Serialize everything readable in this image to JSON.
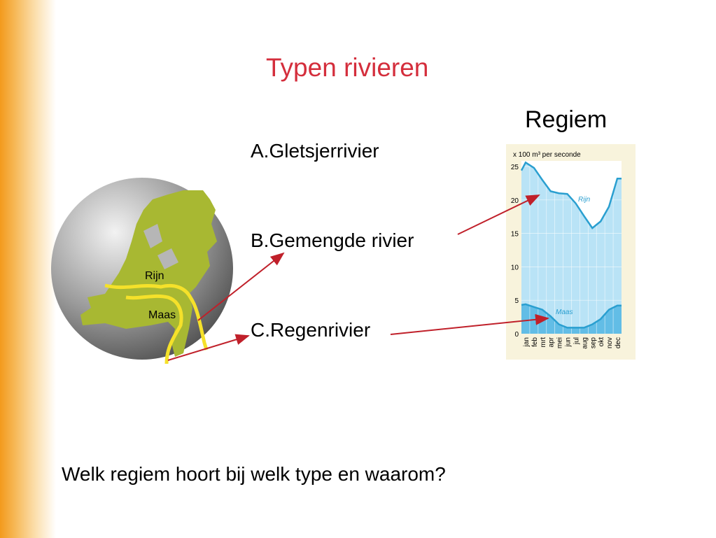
{
  "slide": {
    "title": "Typen rivieren",
    "regiem_heading": "Regiem",
    "types": [
      "A.Gletsjerrivier",
      "B.Gemengde rivier",
      "C.Regenrivier"
    ],
    "question": "Welk regiem hoort bij welk type en waarom?"
  },
  "map": {
    "labels": [
      "Rijn",
      "Maas"
    ],
    "land_color": "#a8b832",
    "river_color": "#f5e12a"
  },
  "colors": {
    "title": "#d42e3c",
    "arrow": "#c0202a",
    "stripe": "#f39a1c"
  },
  "chart_data": {
    "type": "area",
    "ylabel": "x 100 m³ per seconde",
    "categories": [
      "jan",
      "feb",
      "mrt",
      "apr",
      "mei",
      "jun",
      "jul",
      "aug",
      "sep",
      "okt",
      "nov",
      "dec"
    ],
    "yticks": [
      0,
      5,
      10,
      15,
      20,
      25
    ],
    "ylim": [
      0,
      26
    ],
    "grid": true,
    "series": [
      {
        "name": "Rijn",
        "values": [
          25.6,
          24.8,
          23.0,
          21.3,
          21.0,
          20.9,
          19.5,
          17.6,
          15.8,
          16.8,
          19.0,
          23.2
        ],
        "color": "#2a9fd0"
      },
      {
        "name": "Maas",
        "values": [
          4.4,
          4.0,
          3.6,
          2.6,
          1.4,
          0.9,
          0.9,
          0.9,
          1.4,
          2.2,
          3.6,
          4.2
        ],
        "color": "#2a9fd0"
      }
    ]
  }
}
